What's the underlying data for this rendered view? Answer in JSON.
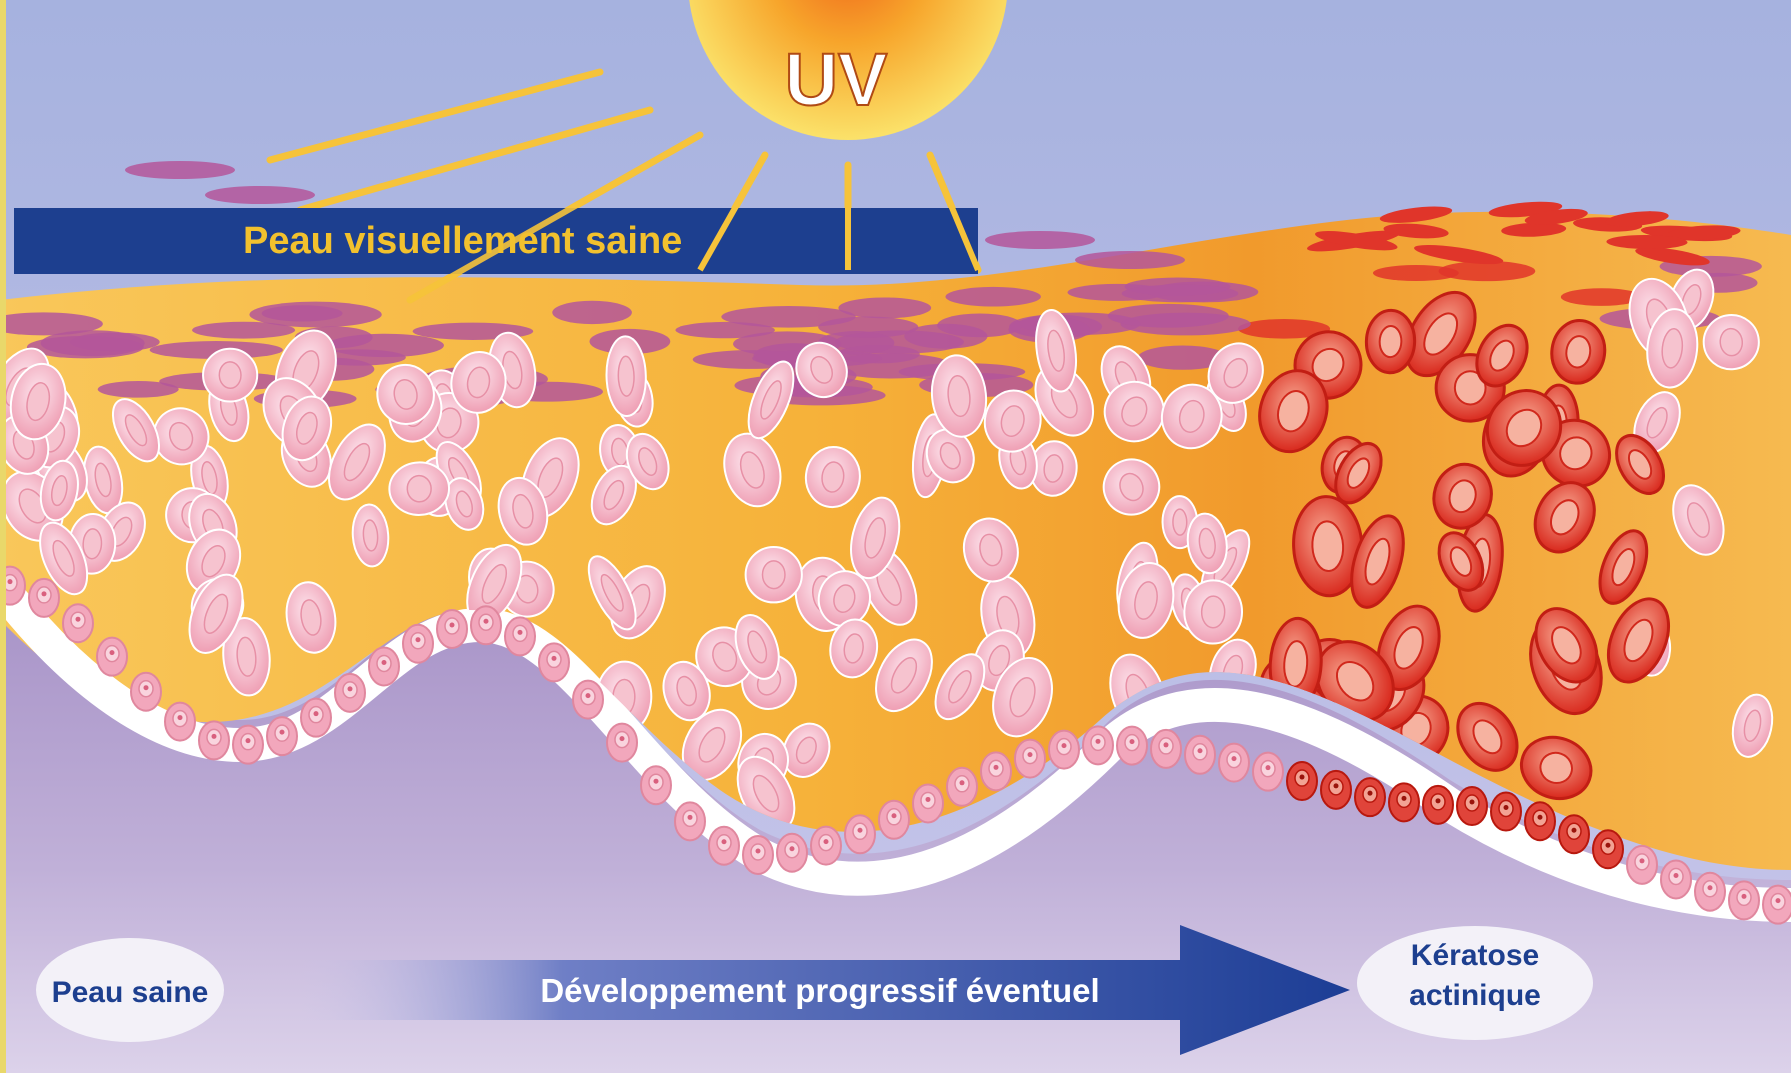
{
  "sun": {
    "label": "UV"
  },
  "top_banner": {
    "label": "Peau visuellement saine"
  },
  "bottom": {
    "left_label": "Peau saine",
    "arrow_label": "Développement progressif éventuel",
    "right_label_line1": "Kératose",
    "right_label_line2": "actinique"
  },
  "colors": {
    "sky_top": "#a9b4e0",
    "sky_bottom": "#c7c4e8",
    "dermis": "#b6a2cf",
    "epidermis": "#f6b53a",
    "healthy_cell": "#f4b8c8",
    "keratosis_cell": "#e8392b",
    "banner": "#1d3f8f",
    "banner_text": "#f2c12e",
    "sun": "#fbcf3f"
  }
}
